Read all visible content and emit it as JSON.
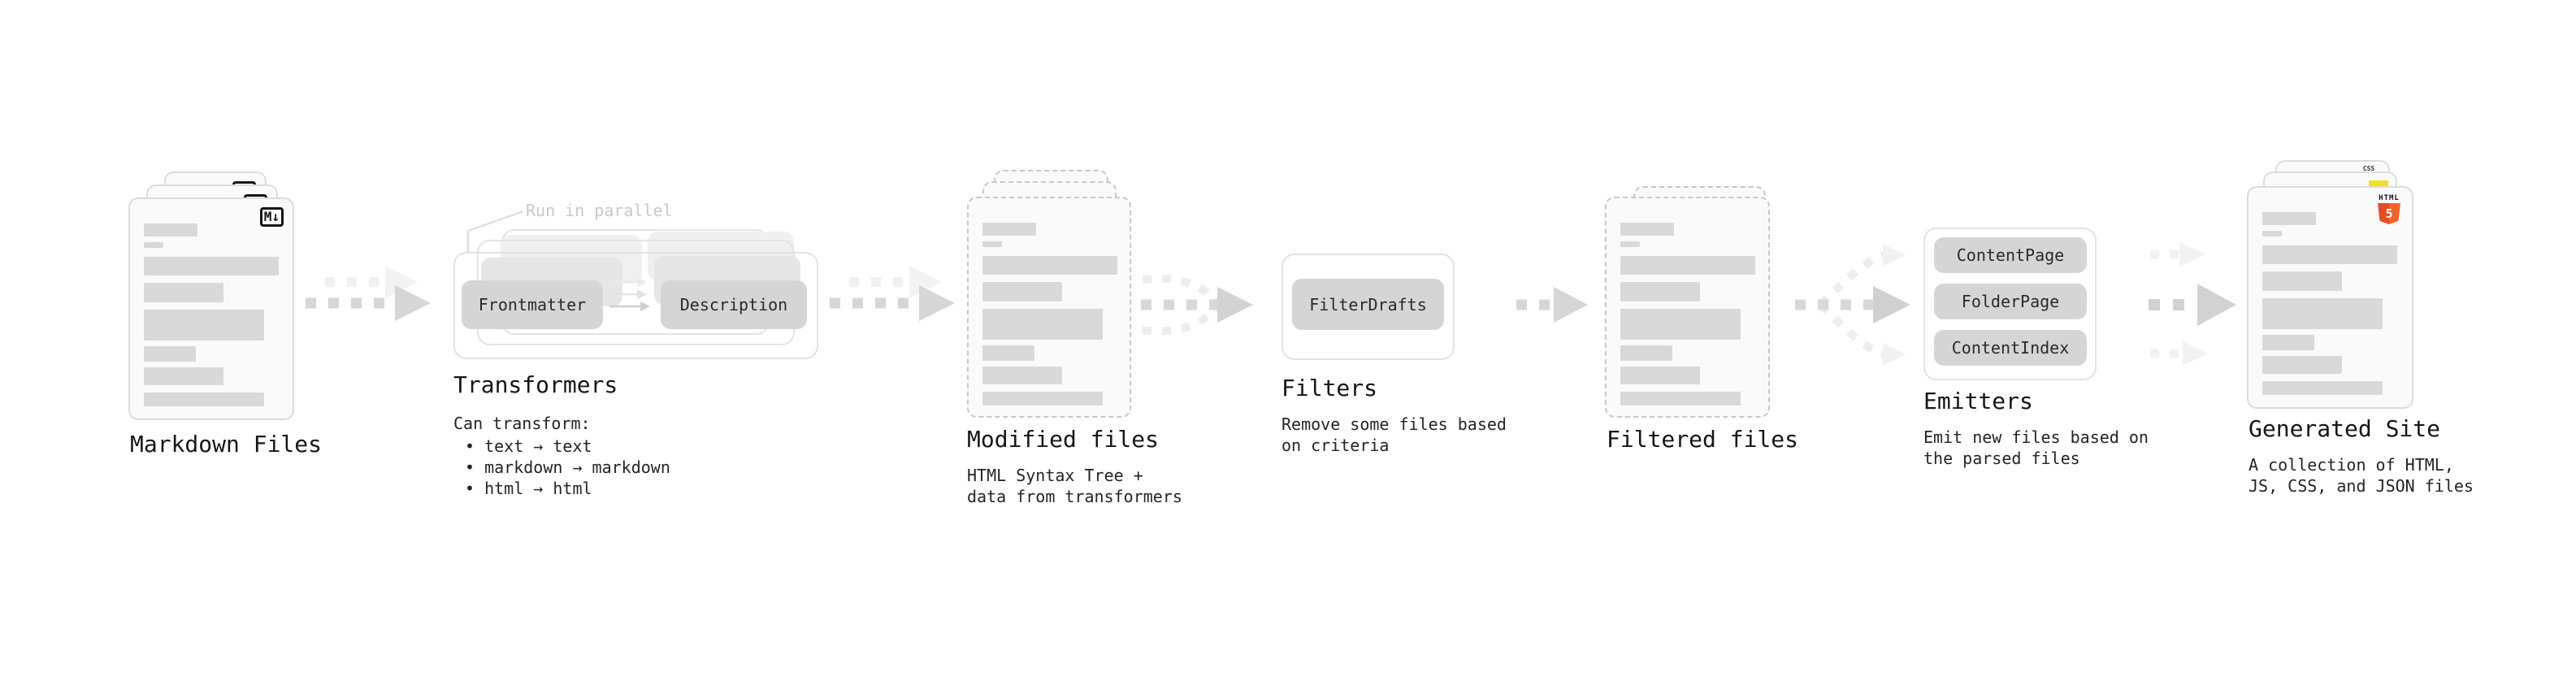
{
  "diagram": {
    "stages": {
      "markdown_files": {
        "title": "Markdown Files",
        "badge": "M↓"
      },
      "transformers": {
        "title": "Transformers",
        "callout": "Run in parallel",
        "left_node": "Frontmatter",
        "right_node": "Description",
        "note_intro": "Can transform:",
        "bullets": [
          "• text → text",
          "• markdown → markdown",
          "• html → html"
        ]
      },
      "modified_files": {
        "title": "Modified files",
        "note_line1": "HTML Syntax Tree +",
        "note_line2": "data from transformers"
      },
      "filters": {
        "title": "Filters",
        "node": "FilterDrafts",
        "note_line1": "Remove some files based",
        "note_line2": "on criteria"
      },
      "filtered_files": {
        "title": "Filtered files"
      },
      "emitters": {
        "title": "Emitters",
        "nodes": [
          "ContentPage",
          "FolderPage",
          "ContentIndex"
        ],
        "note_line1": "Emit new files based on",
        "note_line2": "the parsed files"
      },
      "generated_site": {
        "title": "Generated Site",
        "note_line1": "A collection of HTML,",
        "note_line2": "JS, CSS, and JSON files",
        "css_badge": "CSS",
        "html_badge_label": "HTML",
        "html_badge_number": "5"
      }
    },
    "colors": {
      "card_bg": "#fafafa",
      "card_border": "#dcdcdc",
      "dashed_border": "#c8c8c8",
      "placeholder_bar": "#d9d9d9",
      "node_bg": "#d5d5d5",
      "arrow": "#d6d6d6",
      "arrow_light": "#f1f1f1",
      "muted_label": "#c9c9c9",
      "js_yellow": "#f7df1e",
      "css_blue": "#2965f1",
      "html_orange": "#e44d26"
    }
  }
}
